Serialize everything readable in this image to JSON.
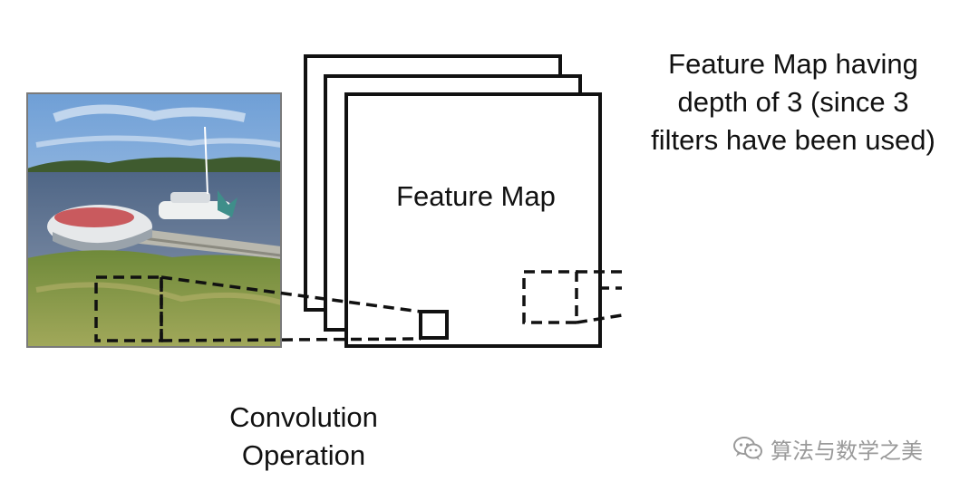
{
  "labels": {
    "feature_map": "Feature Map",
    "depth": [
      "Feature Map having",
      "depth of 3 (since 3",
      "filters have been used)"
    ],
    "convolution": [
      "Convolution",
      "Operation"
    ]
  },
  "watermark": {
    "icon": "wechat-icon",
    "text": "算法与数学之美"
  },
  "image": {
    "subject": "boats"
  },
  "colors": {
    "stroke": "#111111",
    "sky_top": "#6f9fd6",
    "sky_bottom": "#c7daee",
    "water": "#5d7394",
    "grass": "#8a9a40",
    "watermark": "#9a9a9a"
  }
}
